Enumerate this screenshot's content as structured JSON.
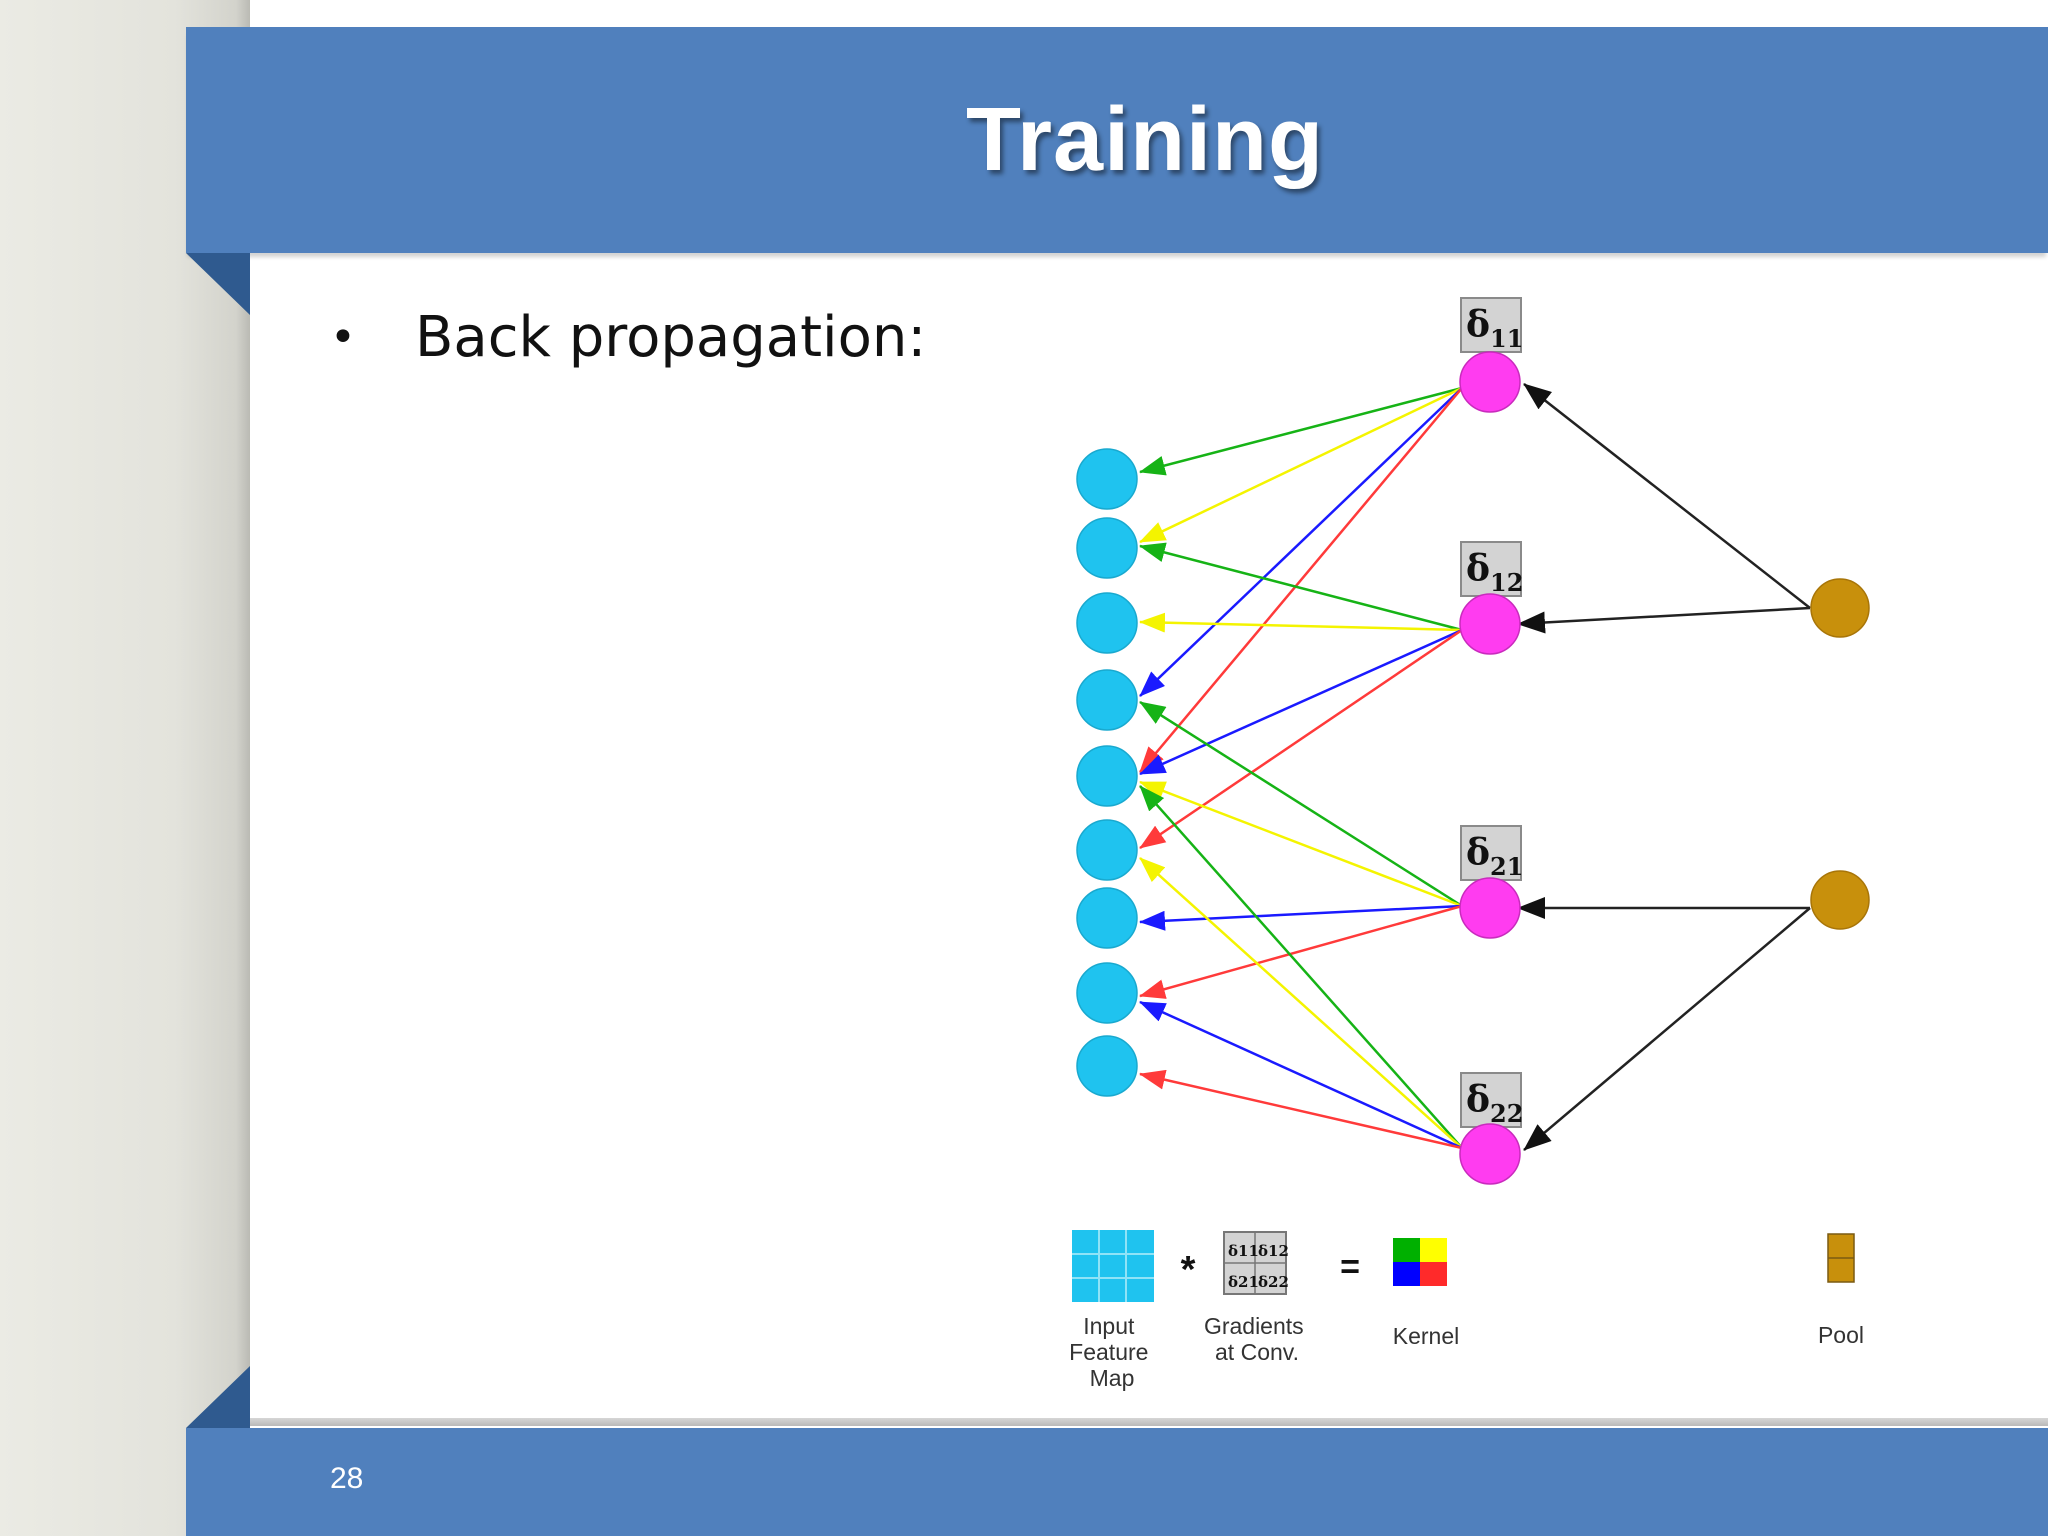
{
  "slide": {
    "title": "Training",
    "bullet": "Back propagation:",
    "page_number": "28"
  },
  "diagram": {
    "gradient_nodes": [
      {
        "id": "d11",
        "symbol": "δ",
        "subscript": "11"
      },
      {
        "id": "d12",
        "symbol": "δ",
        "subscript": "12"
      },
      {
        "id": "d21",
        "symbol": "δ",
        "subscript": "21"
      },
      {
        "id": "d22",
        "symbol": "δ",
        "subscript": "22"
      }
    ],
    "input_node_count": 9,
    "pool_node_count": 2,
    "kernel_colors": {
      "top_left": "#00b000",
      "top_right": "#ffff00",
      "bottom_left": "#0000ff",
      "bottom_right": "#ff2a2a"
    },
    "node_colors": {
      "input": "#1fc3ef",
      "gradient": "#ff3cf0",
      "pool": "#c8900c"
    },
    "legend": {
      "input_label": [
        "Input",
        "Feature",
        "Map"
      ],
      "operator_multiply": "*",
      "gradients_label": [
        "Gradients",
        "at Conv."
      ],
      "operator_equals": "=",
      "kernel_label": "Kernel",
      "pool_label": "Pool",
      "gradient_cells": [
        "δ11",
        "δ12",
        "δ21",
        "δ22"
      ]
    }
  },
  "colors": {
    "header": "#5080bd",
    "header_shadow": "#2f5a8f"
  }
}
